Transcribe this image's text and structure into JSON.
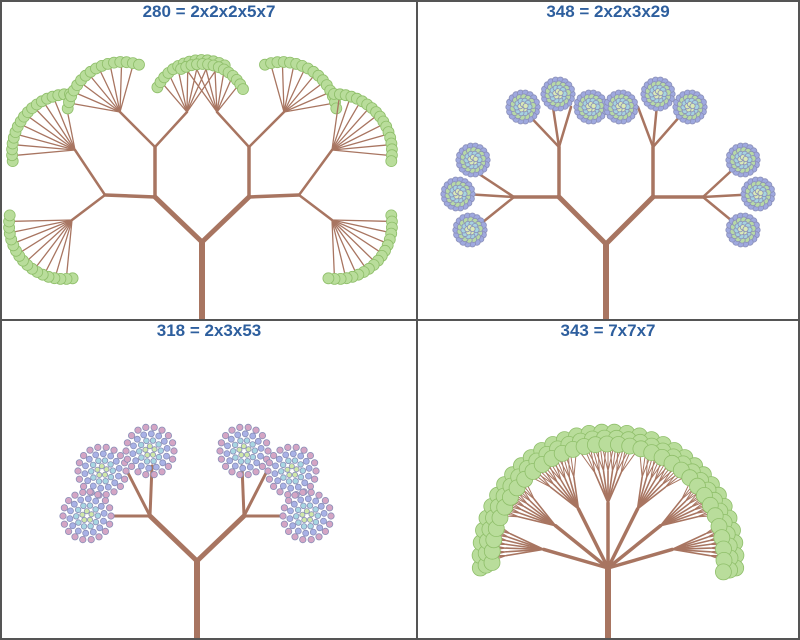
{
  "colors": {
    "branch": "#a87561",
    "title": "#2e5f9e",
    "border": "#555555",
    "leaf_green": "#b9dd9b",
    "leaf_green_edge": "#8fbf6a",
    "leaf_blue": "#a9b6e4",
    "leaf_pink": "#d8a6c3"
  },
  "panels": [
    {
      "title": "280 = 2x2x2x5x7",
      "factors": [
        2,
        2,
        2,
        5,
        7
      ],
      "leaf_style": "green-bubbles"
    },
    {
      "title": "348 = 2x2x3x29",
      "factors": [
        2,
        2,
        3,
        29
      ],
      "leaf_style": "blue-rosettes"
    },
    {
      "title": "318 = 2x3x53",
      "factors": [
        2,
        3,
        53
      ],
      "leaf_style": "rainbow-rosettes"
    },
    {
      "title": "343 = 7x7x7",
      "factors": [
        7,
        7,
        7
      ],
      "leaf_style": "green-bubbles"
    }
  ]
}
